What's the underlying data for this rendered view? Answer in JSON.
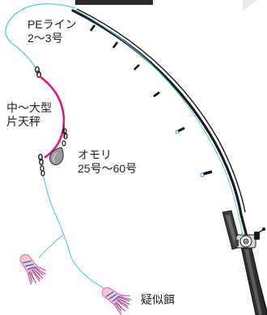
{
  "labels": {
    "pe_line": {
      "line1": "PEライン",
      "line2": "2〜3号"
    },
    "tenbin": {
      "line1": "中〜大型",
      "line2": "片天秤"
    },
    "sinker": {
      "line1": "オモリ",
      "line2": "25号〜60号"
    },
    "lure": "疑似餌"
  },
  "colors": {
    "pe_line": "#5bc8e8",
    "tenbin_arm": "#e3157e",
    "rod": "#222222",
    "rod_guide_ring": "#3a9fd0",
    "sinker": "#9a9a9a",
    "lure_pink": "#e86aa6",
    "lure_blue": "#3a5db0",
    "background": "#ffffff"
  }
}
